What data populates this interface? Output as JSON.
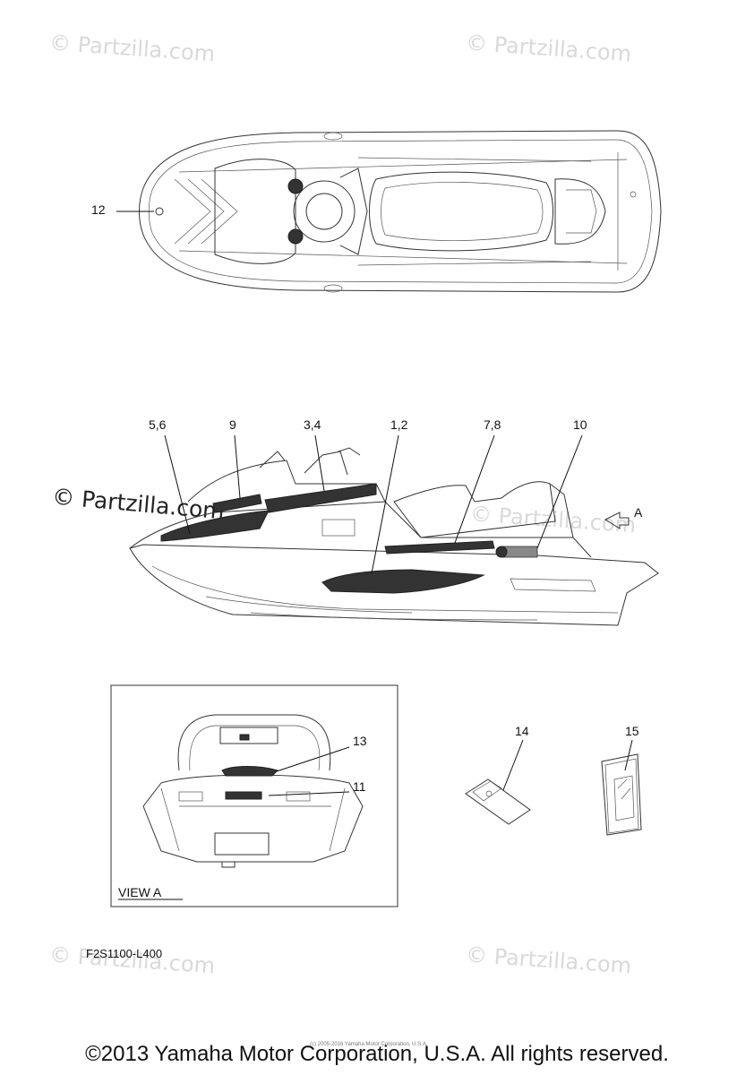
{
  "watermarks": {
    "top_left": "© Partzilla.com",
    "top_right": "© Partzilla.com",
    "mid_dark": "© Partzilla.com",
    "mid_right": "© Partzilla.com",
    "bottom_left": "© Partzilla.com",
    "bottom_right": "© Partzilla.com"
  },
  "callouts": {
    "c12": "12",
    "c56": "5,6",
    "c9": "9",
    "c34": "3,4",
    "c12b": "1,2",
    "c78": "7,8",
    "c10": "10",
    "cA": "A",
    "c13": "13",
    "c11": "11",
    "c14": "14",
    "c15": "15"
  },
  "view_label": "VIEW A",
  "diagram_code": "F2S1100-L400",
  "small_copyright": "(c) 2005-2016 Yamaha Motor Corporation, U.S.A.",
  "copyright": "©2013 Yamaha Motor Corporation, U.S.A. All rights reserved."
}
